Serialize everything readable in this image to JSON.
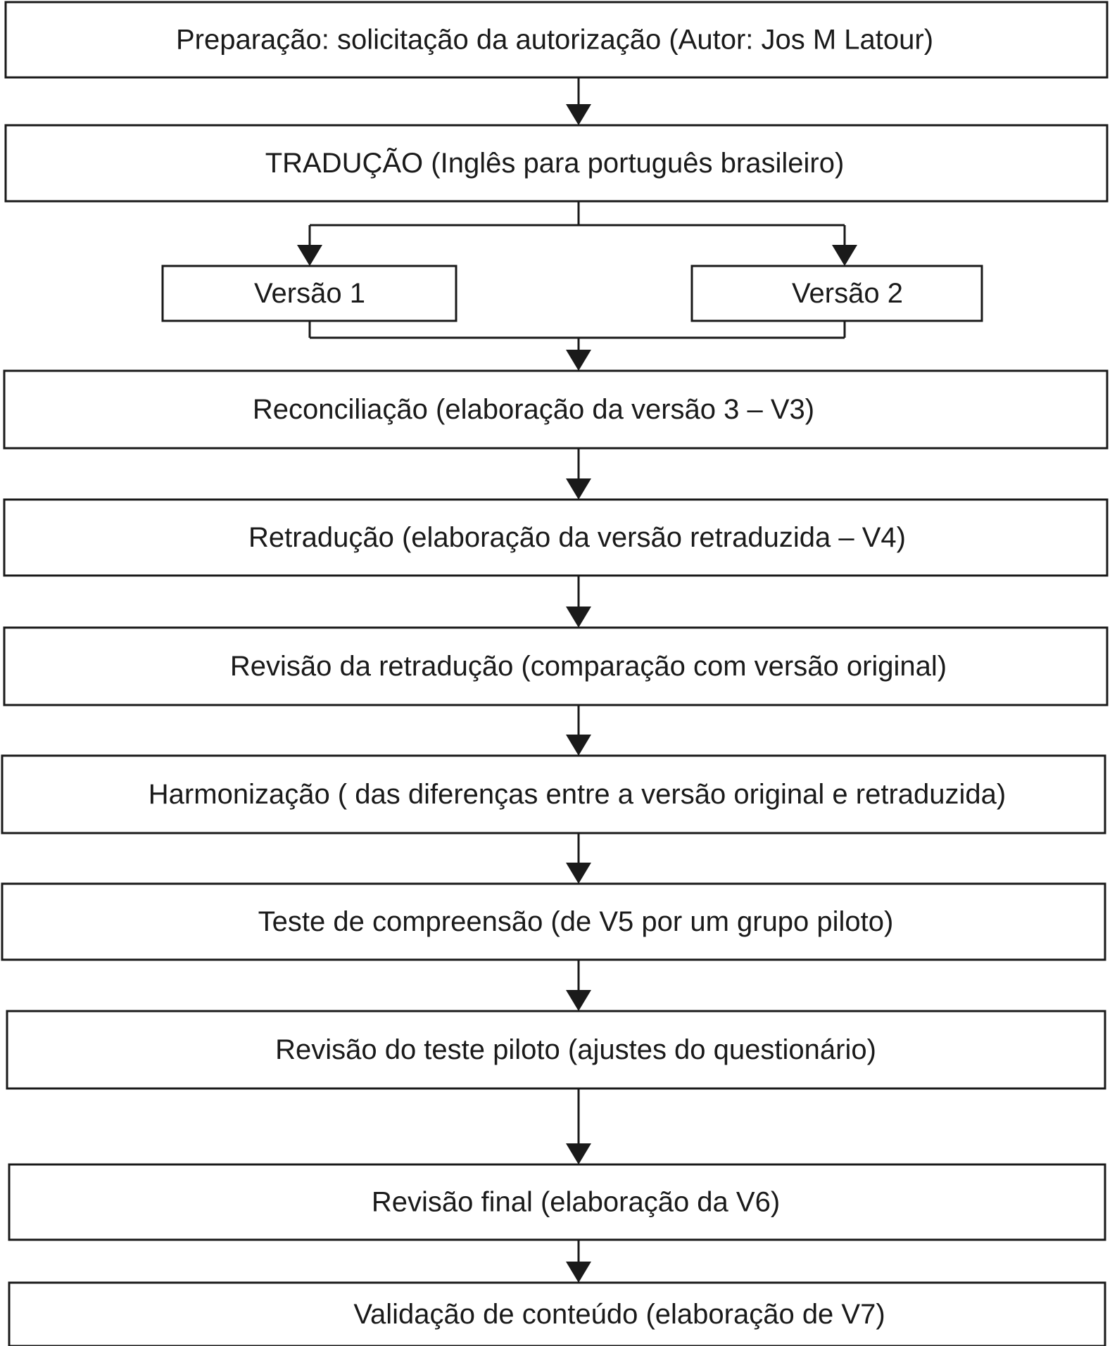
{
  "steps": [
    "Preparação: solicitação da autorização (Autor: Jos M Latour)",
    "TRADUÇÃO (Inglês para português brasileiro)",
    "Reconciliação (elaboração da versão 3 – V3)",
    "Retradução (elaboração da versão retraduzida – V4)",
    "Revisão da retradução (comparação com versão original)",
    "Harmonização ( das diferenças entre a versão original e retraduzida)",
    "Teste de compreensão (de V5 por um grupo piloto)",
    "Revisão do teste piloto (ajustes do questionário)",
    "Revisão final (elaboração da V6)",
    "Validação de conteúdo (elaboração de V7)"
  ],
  "versions": [
    "Versão 1",
    "Versão 2"
  ]
}
